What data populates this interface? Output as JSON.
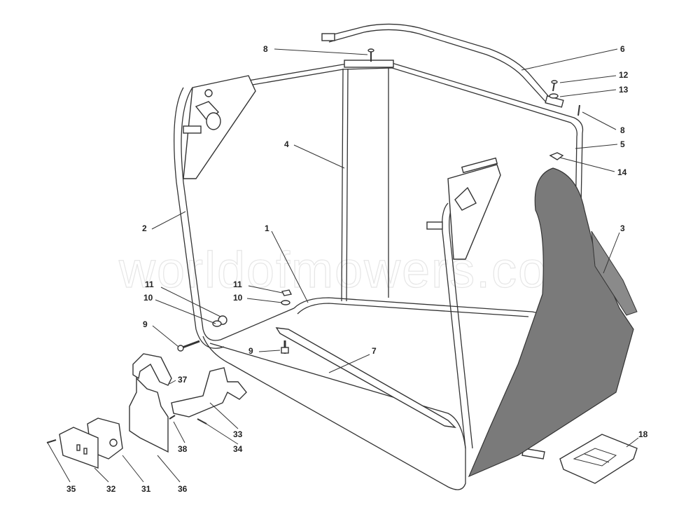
{
  "title": "Grass collector frame – exploded parts diagram",
  "watermark": "worldofmowers.co.",
  "colors": {
    "line": "#333333",
    "bag": "#7a7a7a",
    "watermark": "#e6e6e6"
  },
  "callouts": [
    {
      "id": "c8a",
      "label": "8"
    },
    {
      "id": "c6",
      "label": "6"
    },
    {
      "id": "c12",
      "label": "12"
    },
    {
      "id": "c13",
      "label": "13"
    },
    {
      "id": "c8b",
      "label": "8"
    },
    {
      "id": "c5",
      "label": "5"
    },
    {
      "id": "c14",
      "label": "14"
    },
    {
      "id": "c4",
      "label": "4"
    },
    {
      "id": "c3",
      "label": "3"
    },
    {
      "id": "c2",
      "label": "2"
    },
    {
      "id": "c1",
      "label": "1"
    },
    {
      "id": "c11a",
      "label": "11"
    },
    {
      "id": "c10a",
      "label": "10"
    },
    {
      "id": "c11b",
      "label": "11"
    },
    {
      "id": "c10b",
      "label": "10"
    },
    {
      "id": "c9a",
      "label": "9"
    },
    {
      "id": "c9b",
      "label": "9"
    },
    {
      "id": "c7",
      "label": "7"
    },
    {
      "id": "c37",
      "label": "37"
    },
    {
      "id": "c33",
      "label": "33"
    },
    {
      "id": "c34",
      "label": "34"
    },
    {
      "id": "c38",
      "label": "38"
    },
    {
      "id": "c35",
      "label": "35"
    },
    {
      "id": "c32",
      "label": "32"
    },
    {
      "id": "c31",
      "label": "31"
    },
    {
      "id": "c36",
      "label": "36"
    },
    {
      "id": "c18",
      "label": "18"
    }
  ]
}
